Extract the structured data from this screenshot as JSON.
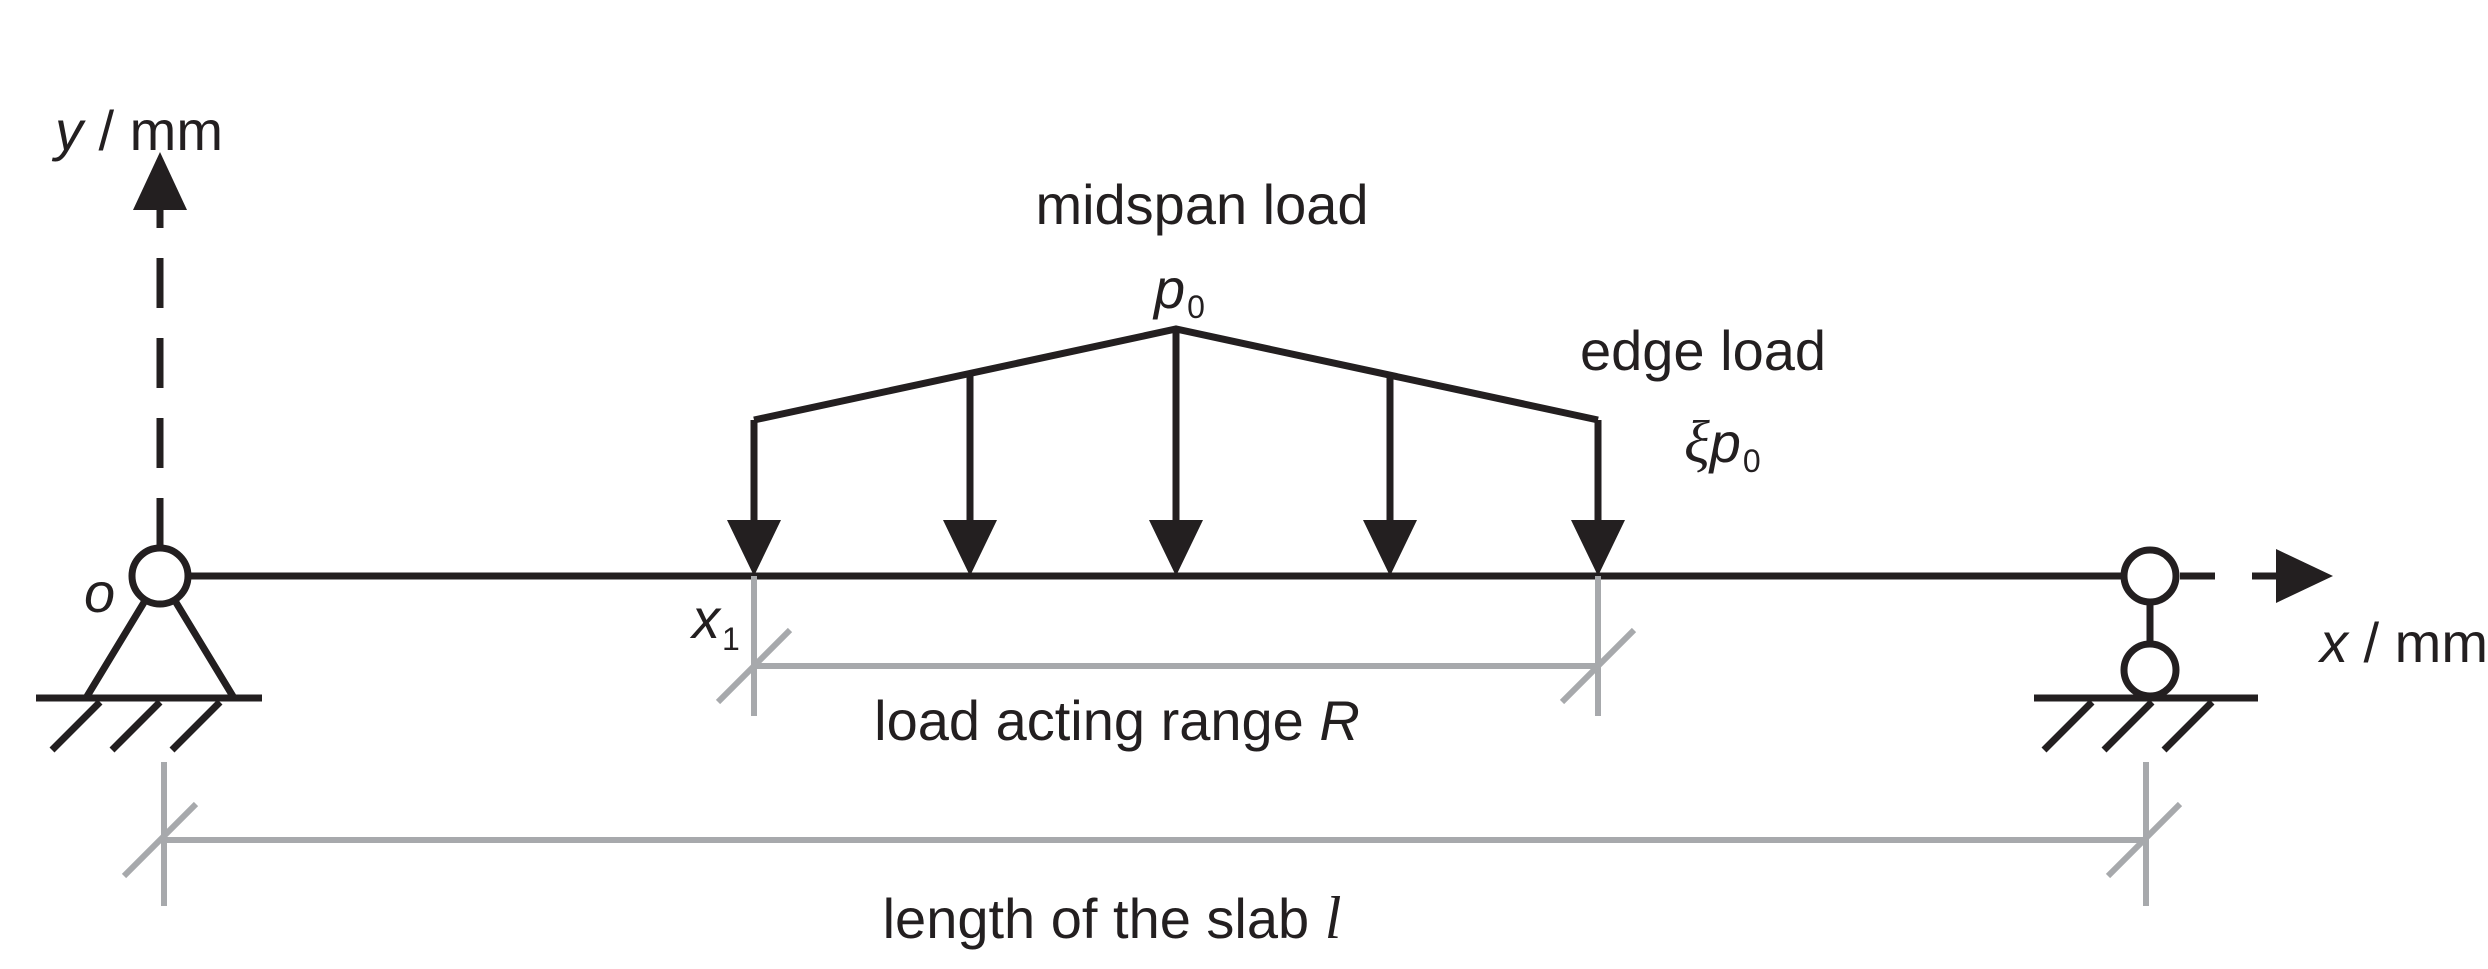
{
  "colors": {
    "ink": "#231f20",
    "dimension": "#a7a9ac",
    "background": "#ffffff"
  },
  "axes": {
    "y_var": "y",
    "y_unit": " / mm",
    "x_var": "x",
    "x_unit": " / mm",
    "origin": "o"
  },
  "loads": {
    "midspan_text": "midspan load",
    "midspan_symbol": "p",
    "midspan_sub": "0",
    "edge_text": "edge load",
    "edge_xi": "ξ",
    "edge_symbol": "p",
    "edge_sub": "0"
  },
  "range": {
    "start_var": "x",
    "start_sub": "1",
    "text": "load acting range ",
    "symbol": "R"
  },
  "slab": {
    "text": "length of the slab ",
    "symbol": "l"
  }
}
